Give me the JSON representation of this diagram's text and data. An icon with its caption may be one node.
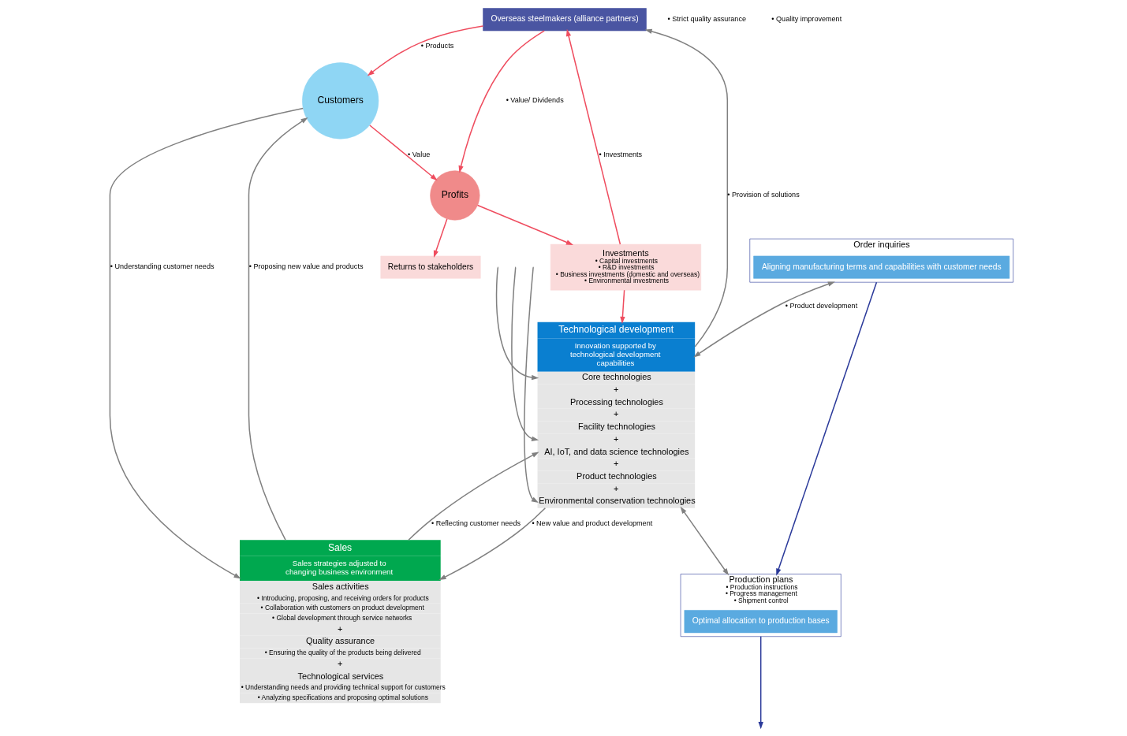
{
  "diagram": {
    "nodes": [
      {
        "text": [
          "Overseas steelmakers (alliance partners)"
        ]
      },
      {
        "text": [
          "Technological development",
          "Innovation supported by technological development capabilities",
          "Core technologies",
          "+",
          "Processing technologies",
          "+",
          "Facility technologies",
          "+",
          "AI, IoT, and data science technologies",
          "+",
          "Product technologies",
          "+",
          "Environmental conservation technologies"
        ]
      },
      {
        "text": [
          "Sales",
          "Sales strategies adjusted to changing business environment",
          "Sales activities",
          "• Introducing, proposing, and receiving orders for products",
          "• Collaboration with customers on product development",
          "• Global development through service networks",
          "+",
          "Quality assurance",
          "• Ensuring the quality of the products being delivered",
          "+",
          "Technological services",
          "• Understanding needs and providing technical support for customers",
          "• Analyzing specifications and proposing optimal solutions"
        ]
      },
      {
        "text": [
          "Customers"
        ]
      },
      {
        "text": [
          "Profits"
        ]
      },
      {
        "text": [
          "Investments",
          "• Capital investments",
          "• R&D investments",
          "• Business investments (domestic and overseas)",
          "• Environmental investments"
        ]
      },
      {
        "text": [
          "Returns to stakeholders"
        ]
      },
      {
        "text": [
          "Production plans",
          "• Production instructions",
          "• Progress management",
          "• Shipment control"
        ]
      },
      {
        "text": [
          "Optimal allocation to production bases"
        ],
        "in": 7
      },
      {
        "text": [
          "Order inquiries"
        ]
      },
      {
        "text": [
          "Aligning manufacturing terms and capabilities with customer needs"
        ],
        "in": 9
      }
    ],
    "edges": [
      {
        "from": 1,
        "to": 0,
        "arrow": "to",
        "label": "• Provision of solutions"
      },
      {
        "from": 3,
        "to": 2,
        "arrow": "to",
        "label": "• Understanding customer needs"
      },
      {
        "from": 2,
        "to": 3,
        "arrow": "to",
        "label": "• Proposing new value and products"
      },
      {
        "from": 0,
        "to": 3,
        "arrow": "to",
        "label": "• Products",
        "color": "#ef4d5f"
      },
      {
        "from": 0,
        "to": 4,
        "arrow": "to",
        "label": "• Value/ Dividends",
        "color": "#ef4d5f"
      },
      {
        "from": 3,
        "to": 4,
        "arrow": "to",
        "label": "• Value",
        "color": "#ef4d5f"
      },
      {
        "from": 4,
        "to": 5,
        "arrow": "to",
        "color": "#ef4d5f"
      },
      {
        "from": 4,
        "to": 6,
        "arrow": "to",
        "color": "#ef4d5f"
      },
      {
        "from": 2,
        "to": 1,
        "arrow": "to",
        "label": "• Reflecting customer needs"
      },
      {
        "from": 1,
        "to": 2,
        "arrow": "to",
        "label": "• New value and product development"
      },
      {
        "from": 1,
        "to": 7,
        "arrow": "both"
      },
      {
        "from": 9,
        "to": 1,
        "arrow": "both",
        "label": "• Product development"
      },
      {
        "from": 5,
        "to": 1,
        "arrow": "to",
        "color": "#ef4d5f"
      },
      {
        "from": 5,
        "to": 0,
        "arrow": "to",
        "label": "• Investments",
        "color": "#ef4d5f"
      },
      {
        "from": null,
        "to": 1,
        "arrow": "to"
      },
      {
        "from": null,
        "to": 1,
        "arrow": "to"
      },
      {
        "from": null,
        "to": 1,
        "arrow": "to"
      },
      {
        "from": 9,
        "to": 7,
        "arrow": "to",
        "color": "#2b3a9a"
      },
      {
        "from": 7,
        "to": null,
        "arrow": "to",
        "color": "#2b3a9a"
      }
    ],
    "labels": [
      "• Strict quality assurance",
      "• Quality improvement"
    ]
  }
}
